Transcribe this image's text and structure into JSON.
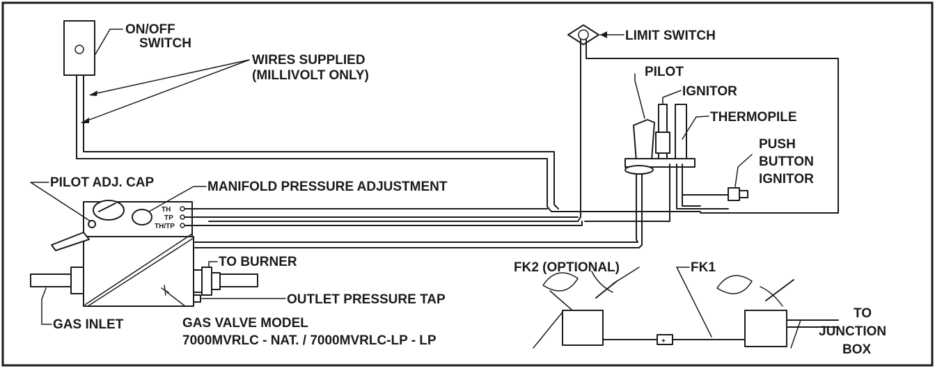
{
  "labels": {
    "on_off_switch": [
      "ON/OFF",
      "SWITCH"
    ],
    "wires_supplied": [
      "WIRES SUPPLIED",
      "(MILLIVOLT ONLY)"
    ],
    "limit_switch": "LIMIT SWITCH",
    "pilot": "PILOT",
    "ignitor": "IGNITOR",
    "thermopile": "THERMOPILE",
    "push_button_ignitor": [
      "PUSH",
      "BUTTON",
      "IGNITOR"
    ],
    "pilot_adj_cap": "PILOT ADJ. CAP",
    "manifold_pressure_adjustment": "MANIFOLD PRESSURE ADJUSTMENT",
    "to_burner": "TO BURNER",
    "outlet_pressure_tap": "OUTLET PRESSURE TAP",
    "gas_inlet": "GAS INLET",
    "gas_valve_model": [
      "GAS VALVE MODEL",
      "7000MVRLC - NAT. / 7000MVRLC-LP - LP"
    ],
    "fk2": "FK2 (OPTIONAL)",
    "fk1": "FK1",
    "to_junction_box": [
      "TO",
      "JUNCTION",
      "BOX"
    ]
  },
  "terminals": [
    "TH",
    "TP",
    "TH/TP"
  ],
  "colors": {
    "ink": "#1a1a1a",
    "paper": "#ffffff"
  }
}
